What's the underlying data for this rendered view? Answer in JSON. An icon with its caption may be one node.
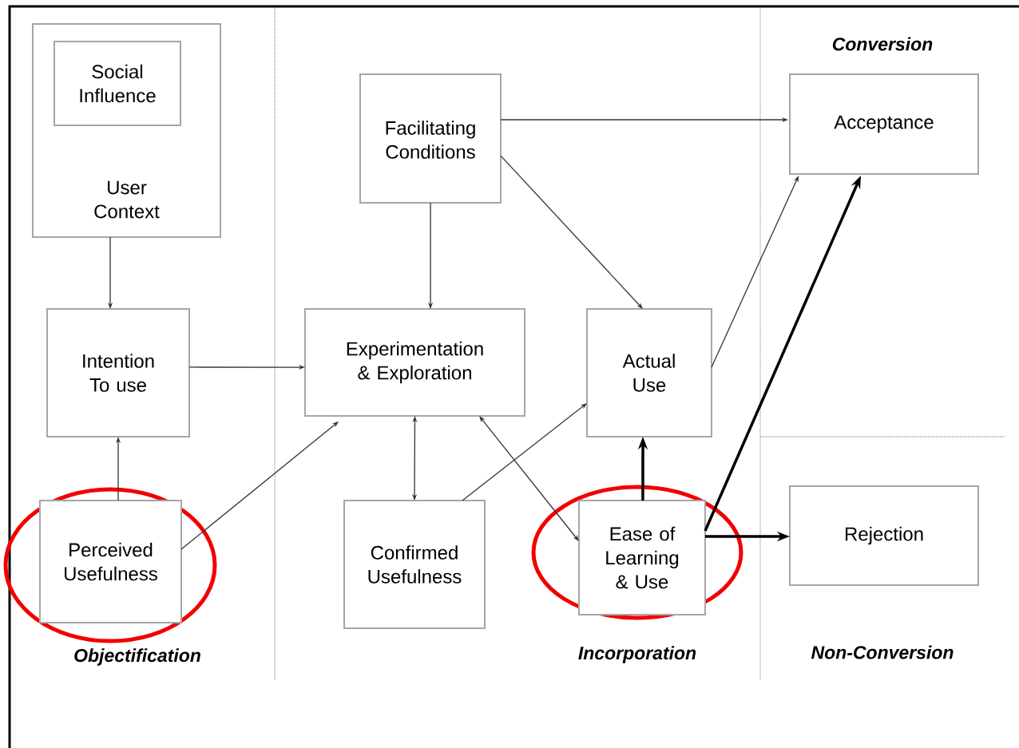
{
  "diagram": {
    "nodes": [
      {
        "text": [
          "User Context"
        ]
      },
      {
        "text": [
          "Social Influence"
        ],
        "in": 0
      },
      {
        "text": [
          "Facilitating Conditions"
        ]
      },
      {
        "text": [
          "Acceptance"
        ]
      },
      {
        "text": [
          "Intention To use"
        ]
      },
      {
        "text": [
          "Experimentation & Exploration"
        ]
      },
      {
        "text": [
          "Actual Use"
        ]
      },
      {
        "text": [
          "Perceived Usefulness"
        ]
      },
      {
        "text": [
          "Confirmed Usefulness"
        ]
      },
      {
        "text": [
          "Ease of Learning & Use"
        ]
      },
      {
        "text": [
          "Rejection"
        ]
      }
    ],
    "edges": [
      {
        "from": 0,
        "to": 4,
        "arrow": "to"
      },
      {
        "from": 2,
        "to": 3,
        "arrow": "to"
      },
      {
        "from": 2,
        "to": 6,
        "arrow": "to"
      },
      {
        "from": 2,
        "to": 5,
        "arrow": "to"
      },
      {
        "from": 6,
        "to": 3,
        "arrow": "to"
      },
      {
        "from": 4,
        "to": 5,
        "arrow": "to"
      },
      {
        "from": 7,
        "to": 4,
        "arrow": "to"
      },
      {
        "from": 7,
        "to": 5,
        "arrow": "to"
      },
      {
        "from": 5,
        "to": 8,
        "arrow": "both"
      },
      {
        "from": 5,
        "to": 9,
        "arrow": "both"
      },
      {
        "from": 8,
        "to": 6,
        "arrow": "to"
      },
      {
        "from": 9,
        "to": 6,
        "arrow": "to",
        "style": "thick",
        "color": "#000000"
      },
      {
        "from": 9,
        "to": 3,
        "arrow": "to",
        "style": "thick",
        "color": "#000000"
      },
      {
        "from": 9,
        "to": 10,
        "arrow": "to",
        "style": "thick",
        "color": "#000000"
      }
    ],
    "labels": [
      "Conversion",
      "Objectification",
      "Incorporation",
      "Non-Conversion"
    ]
  }
}
